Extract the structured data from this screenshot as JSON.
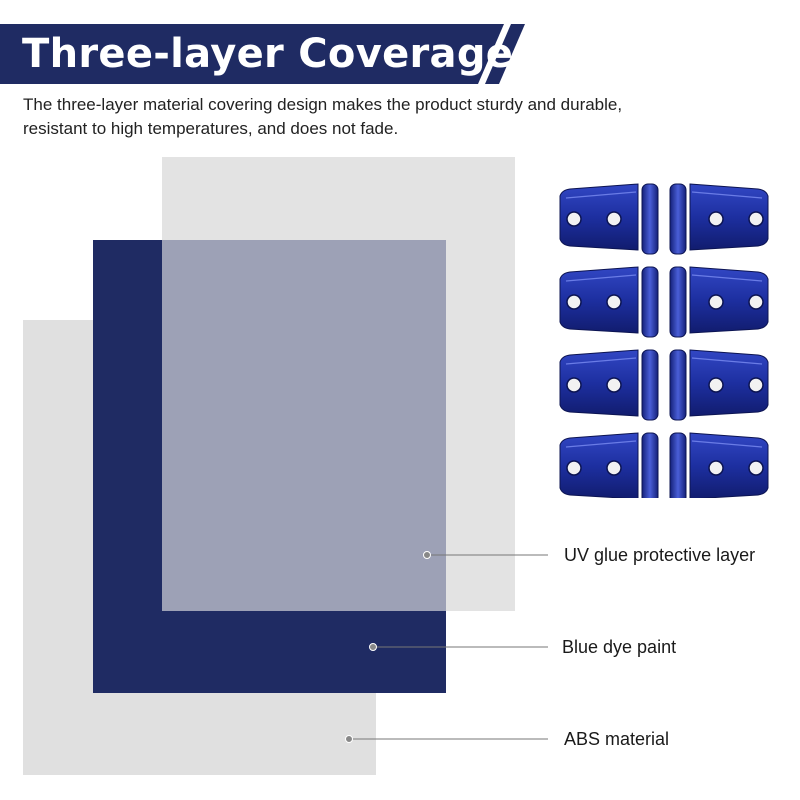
{
  "header": {
    "title": "Three-layer Coverage",
    "description": "The three-layer material covering design makes the product sturdy and durable, resistant to high temperatures, and does not fade."
  },
  "layers": [
    {
      "label": "UV glue protective layer"
    },
    {
      "label": "Blue dye paint"
    },
    {
      "label": "ABS material"
    }
  ],
  "product": {
    "name": "hinge-cover-set",
    "pairs": 4
  },
  "colors": {
    "brand_navy": "#1f2b63",
    "hinge_blue": "#1d2fa0",
    "uv_overlay": "#9da1b6",
    "abs_gray": "#e0e0e0"
  }
}
